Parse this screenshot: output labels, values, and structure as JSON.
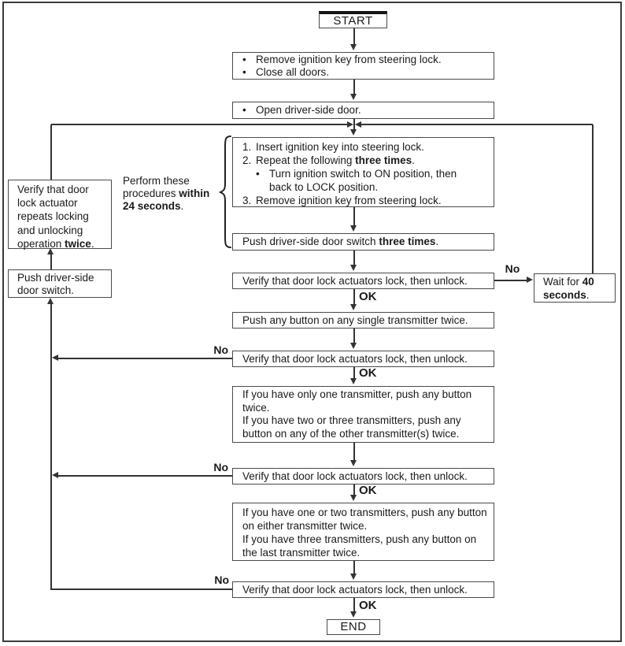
{
  "diagram": {
    "type": "flowchart",
    "colors": {
      "background": "#ffffff",
      "line": "#333333",
      "box_border": "#4a4a4a",
      "text": "#1a1a1a"
    },
    "labels": {
      "ok": "OK",
      "no": "No"
    },
    "annotations": {
      "perform": {
        "segments": [
          {
            "t": "Perform these procedures "
          },
          {
            "t": "within 24 seconds",
            "b": true
          },
          {
            "t": "."
          }
        ]
      }
    },
    "nodes": {
      "start": {
        "label": "START"
      },
      "remove_key": {
        "lines": [
          {
            "prefix": "•",
            "segments": [
              {
                "t": "Remove ignition key from steering lock."
              }
            ]
          },
          {
            "prefix": "•",
            "segments": [
              {
                "t": "Close all doors."
              }
            ]
          }
        ]
      },
      "open_door": {
        "lines": [
          {
            "prefix": "•",
            "segments": [
              {
                "t": "Open driver-side door."
              }
            ]
          }
        ]
      },
      "procedures": {
        "lines": [
          {
            "prefix": "1.",
            "segments": [
              {
                "t": "Insert ignition key into steering lock."
              }
            ]
          },
          {
            "prefix": "2.",
            "segments": [
              {
                "t": "Repeat the following "
              },
              {
                "t": "three times",
                "b": true
              },
              {
                "t": "."
              }
            ]
          },
          {
            "prefix": "•",
            "indent": 1,
            "segments": [
              {
                "t": "Turn ignition switch to ON position, then back to LOCK position."
              }
            ]
          },
          {
            "prefix": "3.",
            "segments": [
              {
                "t": "Remove ignition key from steering lock."
              }
            ]
          }
        ]
      },
      "push_three": {
        "segments": [
          {
            "t": "Push driver-side door switch "
          },
          {
            "t": "three times",
            "b": true
          },
          {
            "t": "."
          }
        ]
      },
      "verify_1": {
        "text": "Verify that door lock actuators lock, then unlock."
      },
      "push_any": {
        "text": "Push any button on any single transmitter twice."
      },
      "verify_2": {
        "text": "Verify that door lock actuators lock, then unlock."
      },
      "one_transmitter": {
        "lines": [
          {
            "segments": [
              {
                "t": "If you have only one transmitter, push any button twice."
              }
            ]
          },
          {
            "segments": [
              {
                "t": "If you have two or three transmitters, push any button on any of the other transmitter(s) twice."
              }
            ]
          }
        ]
      },
      "verify_3": {
        "text": "Verify that door lock actuators lock, then unlock."
      },
      "one_or_two": {
        "lines": [
          {
            "segments": [
              {
                "t": "If you have one or two transmitters, push any button on either transmitter twice."
              }
            ]
          },
          {
            "segments": [
              {
                "t": "If you have three transmitters, push any button on the last transmitter twice."
              }
            ]
          }
        ]
      },
      "verify_4": {
        "text": "Verify that door lock actuators lock, then unlock."
      },
      "end": {
        "label": "END"
      },
      "verify_repeat": {
        "segments": [
          {
            "t": "Verify that door lock actuator repeats locking and unlocking operation "
          },
          {
            "t": "twice",
            "b": true
          },
          {
            "t": "."
          }
        ]
      },
      "push_switch": {
        "text": "Push driver-side door switch."
      },
      "wait_40": {
        "segments": [
          {
            "t": "Wait for "
          },
          {
            "t": "40 seconds",
            "b": true
          },
          {
            "t": "."
          }
        ]
      }
    }
  }
}
